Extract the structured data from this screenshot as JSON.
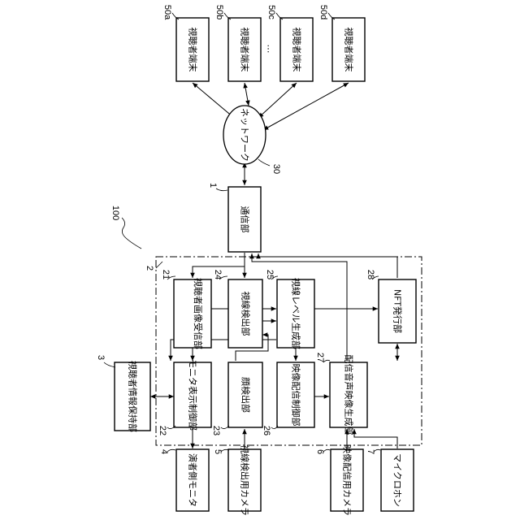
{
  "labels": {
    "viewer_terminal": "視聴者端末",
    "network": "ネットワーク",
    "communication_unit": "通信部",
    "viewer_image_receiver": "視聴者画像受信部",
    "gaze_detector": "視線検出部",
    "gaze_level_generator": "視線レベル生成部",
    "nft_issuer": "NFT発行部",
    "viewer_info_holder": "視聴者情報保持部",
    "monitor_display_controller": "モニタ表示制御部",
    "face_detector": "顔検出部",
    "video_delivery_controller": "映像配信制御部",
    "delivery_av_generator": "配信音声映像生成部",
    "performer_monitor": "演者側モニタ",
    "gaze_detection_camera": "視線検出用カメラ",
    "video_delivery_camera": "映像配信用カメラ",
    "microphone": "マイクロホン",
    "ellipsis": "…"
  },
  "refs": {
    "system": "100",
    "server": "2",
    "comm": "1",
    "network": "30",
    "t_a": "50a",
    "t_b": "50b",
    "t_c": "50c",
    "t_d": "50d",
    "u21": "21",
    "u24": "24",
    "u25": "25",
    "u28": "28",
    "u3": "3",
    "u22": "22",
    "u23": "23",
    "u26": "26",
    "u27": "27",
    "u4": "4",
    "u5": "5",
    "u6": "6",
    "u7": "7"
  }
}
